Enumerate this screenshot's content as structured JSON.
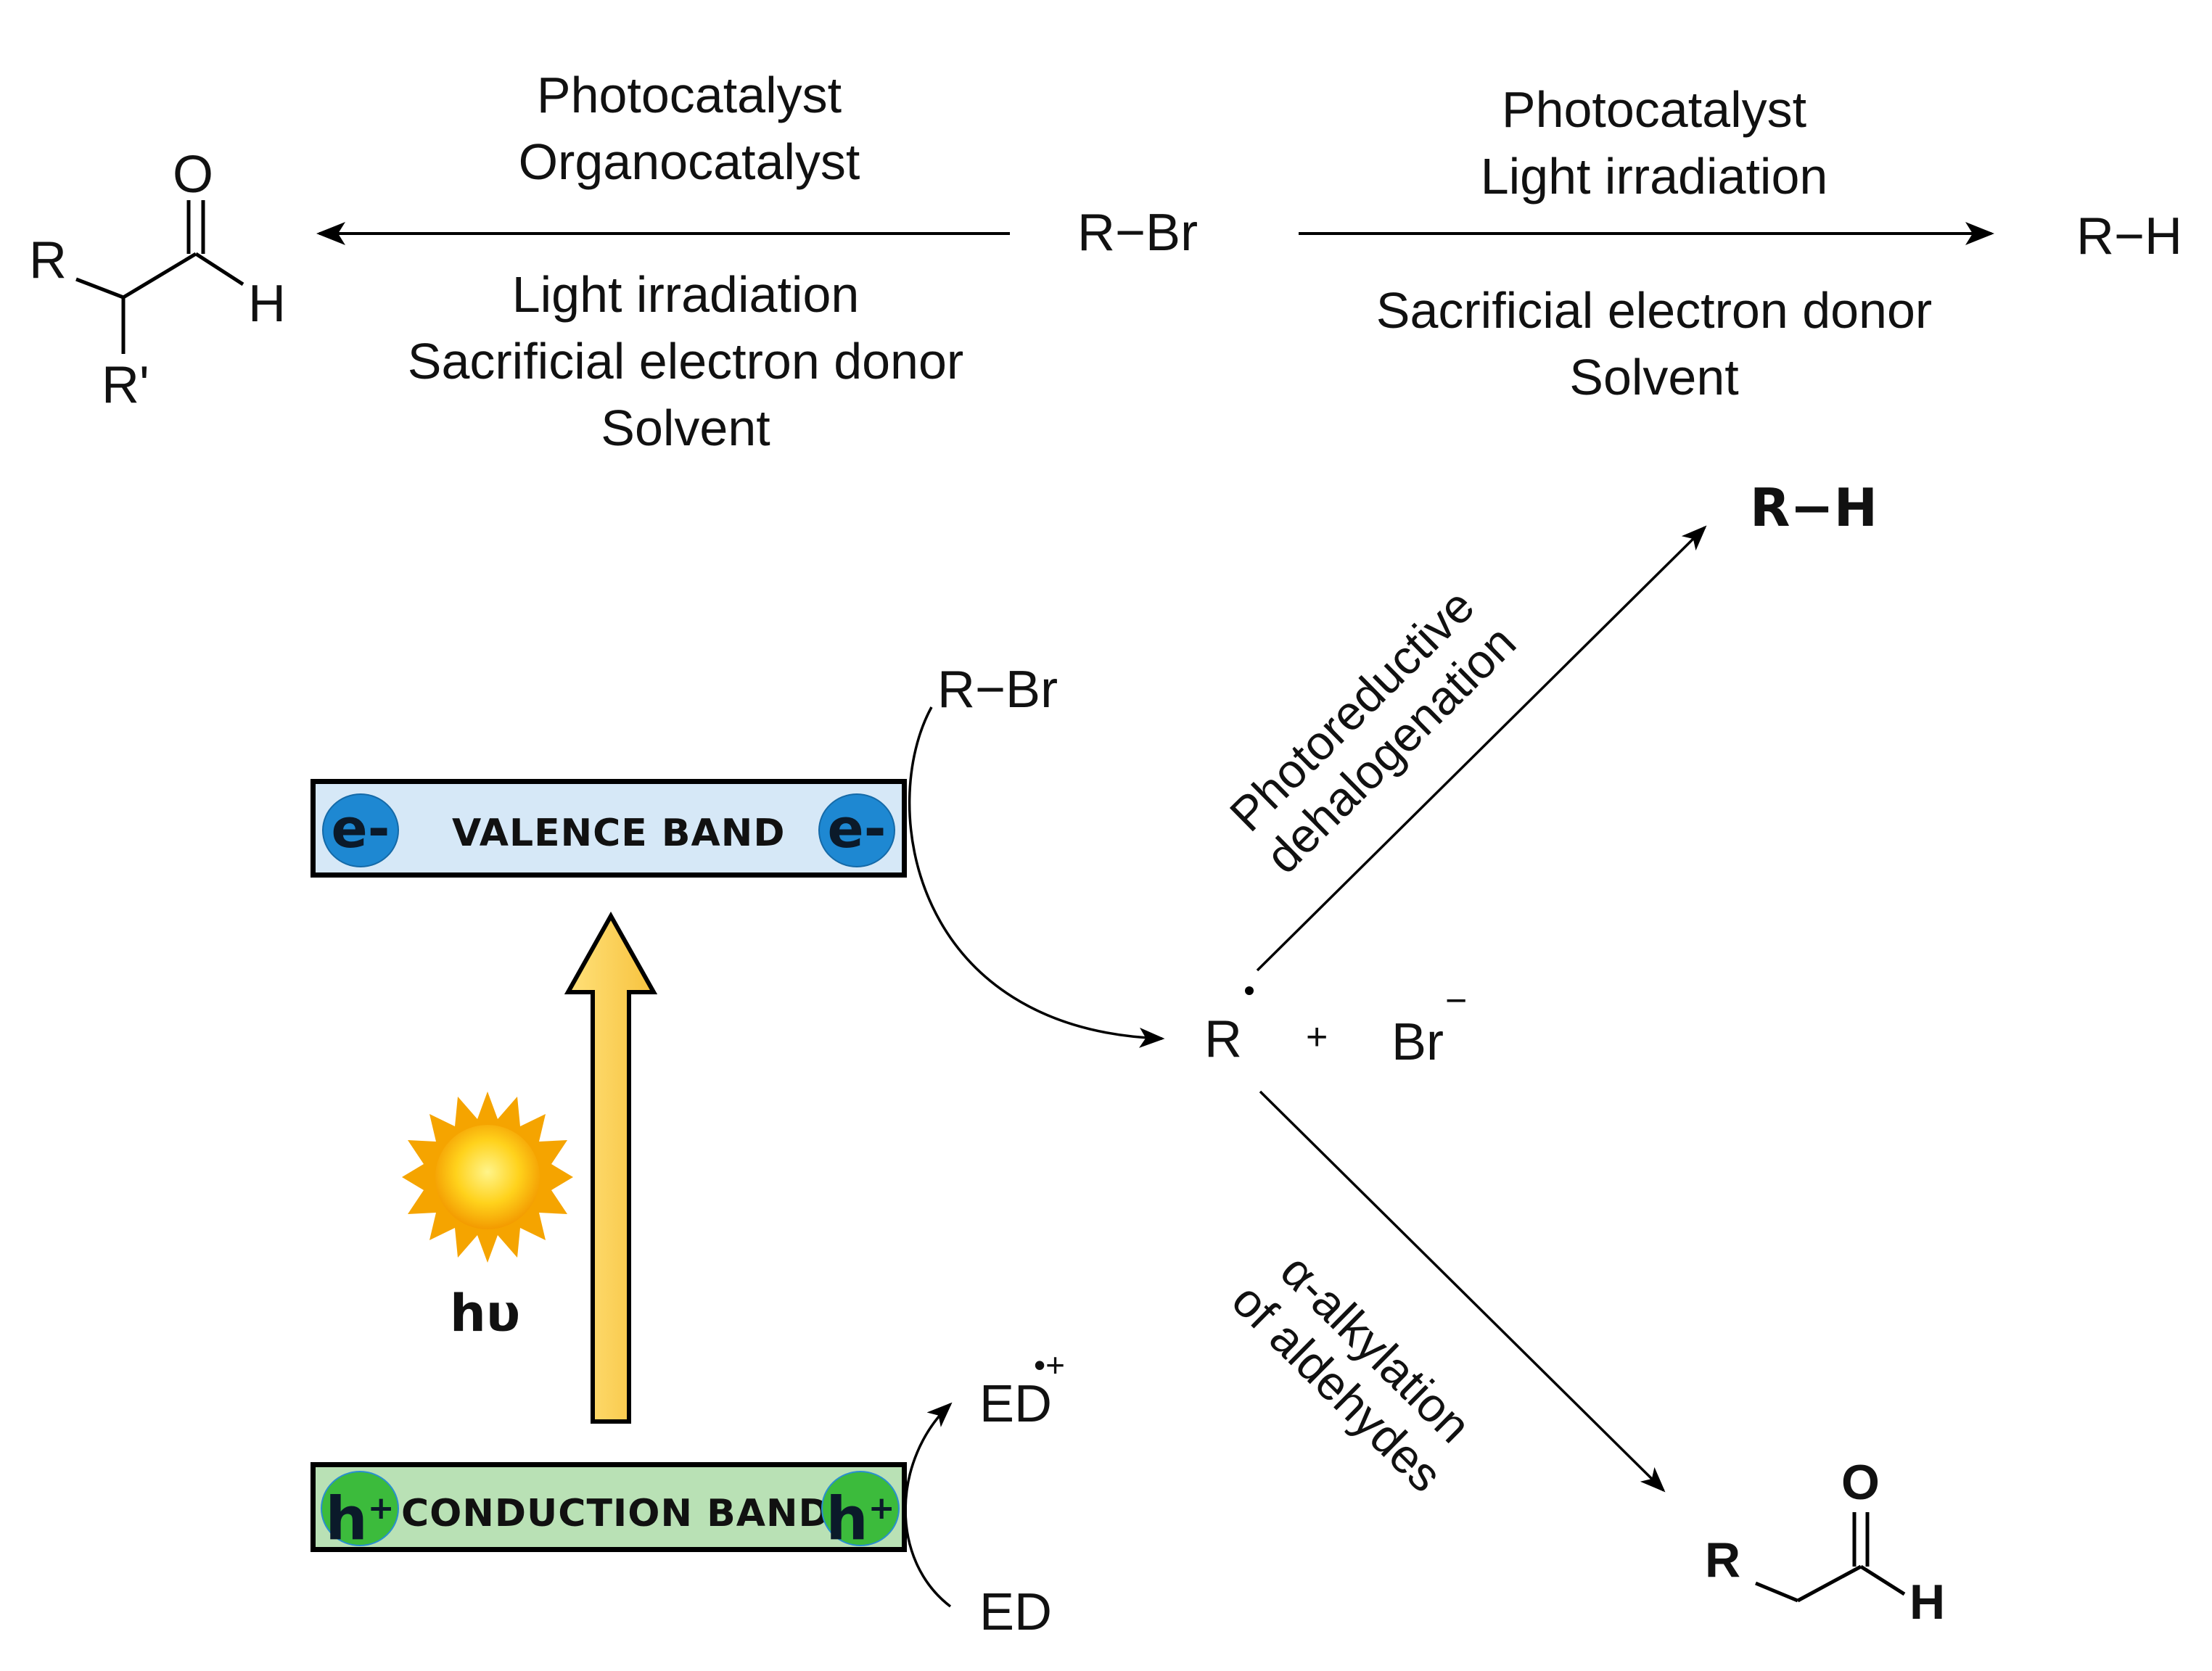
{
  "top_scheme": {
    "left_conditions_above": [
      "Photocatalyst",
      "Organocatalyst"
    ],
    "left_conditions_below": [
      "Light irradiation",
      "Sacrificial electron donor",
      "Solvent"
    ],
    "center_reactant": "R−Br",
    "right_conditions_above": [
      "Photocatalyst",
      "Light irradiation"
    ],
    "right_conditions_below": [
      "Sacrificial electron donor",
      "Solvent"
    ],
    "right_product": "R−H",
    "left_product_labels": {
      "r": "R",
      "r_prime": "R'",
      "o": "O",
      "h": "H"
    }
  },
  "mechanism": {
    "valence_band": {
      "label": "VALENCE BAND",
      "carrier": "e-",
      "color": "#d6e8f7",
      "badge_color": "#1e88d2"
    },
    "conduction_band": {
      "label": "CONDUCTION BAND",
      "carrier": "h",
      "carrier_sup": "+",
      "color": "#b9e1b5",
      "badge_color": "#3cbb3c"
    },
    "photon_label": "hυ",
    "arrow_color": "#fcd25a",
    "sun_color": "#f6b500",
    "reactant": "R−Br",
    "radical": "R",
    "plus": "+",
    "bromide": "Br",
    "bromide_charge": "−",
    "donor": "ED",
    "donor_oxidized": "ED",
    "donor_oxidized_charge": "•+",
    "upper_path": {
      "line1": "Photoreductive",
      "line2": "dehalogenation",
      "product": "R−H"
    },
    "lower_path": {
      "line1": "α-alkylation",
      "line2": "of aldehydes"
    },
    "lower_product_labels": {
      "r": "R",
      "o": "O",
      "h": "H"
    }
  }
}
